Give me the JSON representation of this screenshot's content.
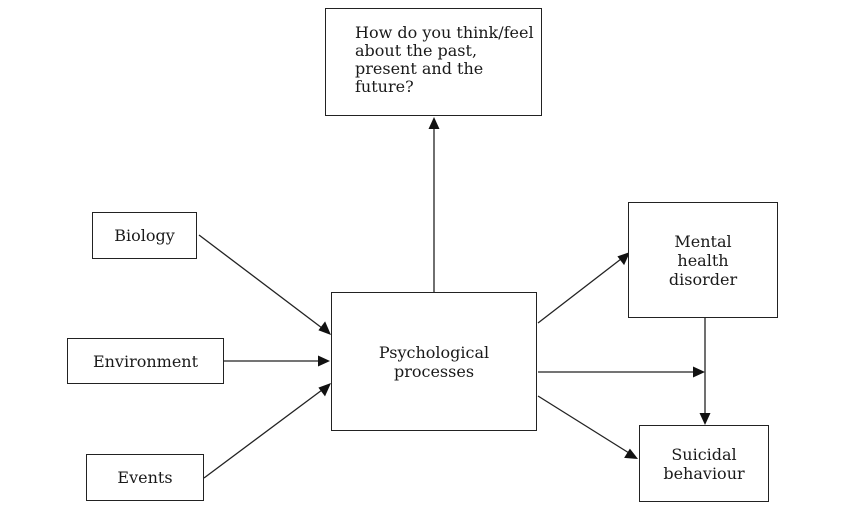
{
  "nodes": {
    "question": "How do you think/feel about the past, present and the future?",
    "biology": "Biology",
    "environment": "Environment",
    "events": "Events",
    "psychological": "Psychological processes",
    "mental_health": "Mental health disorder",
    "suicidal": "Suicidal behaviour"
  },
  "edges": [
    {
      "from": "Biology",
      "to": "Psychological processes"
    },
    {
      "from": "Environment",
      "to": "Psychological processes"
    },
    {
      "from": "Events",
      "to": "Psychological processes"
    },
    {
      "from": "Psychological processes",
      "to": "How do you think/feel about the past, present and the future?"
    },
    {
      "from": "Psychological processes",
      "to": "Mental health disorder"
    },
    {
      "from": "Psychological processes",
      "to": "Mental health disorder → Suicidal behaviour link"
    },
    {
      "from": "Psychological processes",
      "to": "Suicidal behaviour"
    },
    {
      "from": "Mental health disorder",
      "to": "Suicidal behaviour"
    }
  ],
  "colors": {
    "stroke": "#222222",
    "background": "#ffffff"
  }
}
